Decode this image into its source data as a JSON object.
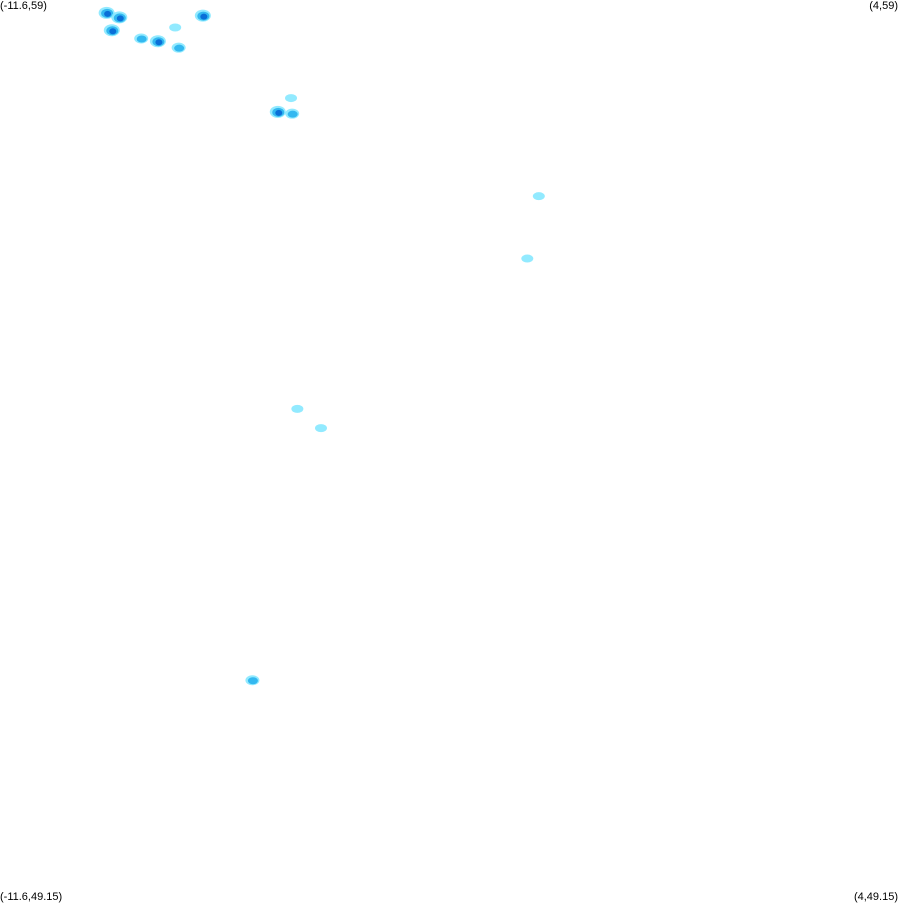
{
  "corners": {
    "top_left": "(-11.6,59)",
    "top_right": "(4,59)",
    "bottom_left": "(-11.6,49.15)",
    "bottom_right": "(4,49.15)"
  },
  "extent": {
    "lon_min": -11.6,
    "lon_max": 4,
    "lat_min": 49.15,
    "lat_max": 59
  },
  "colors": {
    "background": "#ffffff",
    "light": "#7fe6ff",
    "medium": "#33b8f0",
    "heavy": "#0a6fd8"
  },
  "clusters": [
    {
      "lon": -9.75,
      "lat": 58.86,
      "level": "heavy"
    },
    {
      "lon": -9.53,
      "lat": 58.81,
      "level": "heavy"
    },
    {
      "lon": -9.66,
      "lat": 58.67,
      "level": "heavy"
    },
    {
      "lon": -9.15,
      "lat": 58.58,
      "level": "medium"
    },
    {
      "lon": -8.86,
      "lat": 58.55,
      "level": "heavy"
    },
    {
      "lon": -8.56,
      "lat": 58.7,
      "level": "light"
    },
    {
      "lon": -8.5,
      "lat": 58.48,
      "level": "medium"
    },
    {
      "lon": -8.08,
      "lat": 58.83,
      "level": "heavy"
    },
    {
      "lon": -6.78,
      "lat": 57.78,
      "level": "heavy"
    },
    {
      "lon": -6.53,
      "lat": 57.76,
      "level": "medium"
    },
    {
      "lon": -6.55,
      "lat": 57.93,
      "level": "light"
    },
    {
      "lon": -2.25,
      "lat": 56.86,
      "level": "light"
    },
    {
      "lon": -2.45,
      "lat": 56.18,
      "level": "light"
    },
    {
      "lon": -6.44,
      "lat": 54.54,
      "level": "light"
    },
    {
      "lon": -6.03,
      "lat": 54.33,
      "level": "light"
    },
    {
      "lon": -7.22,
      "lat": 51.58,
      "level": "medium"
    }
  ]
}
